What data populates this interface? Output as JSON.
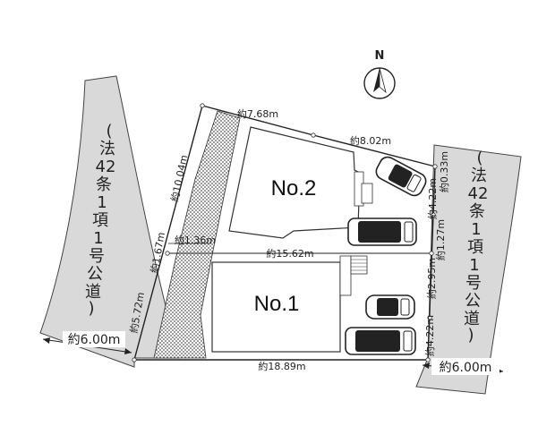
{
  "compass": {
    "north_label": "N"
  },
  "left_road": {
    "chars": [
      "(",
      "法",
      "42",
      "条",
      "1",
      "項",
      "1",
      "号",
      "公",
      "道",
      ")"
    ],
    "width": "約6.00m"
  },
  "right_road": {
    "chars": [
      "(",
      "法",
      "42",
      "条",
      "1",
      "項",
      "1",
      "号",
      "公",
      "道",
      ")"
    ],
    "width": "約6.00m"
  },
  "lots": {
    "no1": "No.1",
    "no2": "No.2"
  },
  "dimensions": {
    "top_north": "約7.68m",
    "top_east": "約8.02m",
    "left_upper": "約10.04m",
    "left_mid": "約1.67m",
    "left_lower": "約5.72m",
    "passage": "約1.36m",
    "middle_line": "約15.62m",
    "bottom": "約18.89m",
    "right_top": "約0.33m",
    "right_upper": "約4.22m",
    "right_mid": "約1.27m",
    "right_mid2": "約2.95m",
    "right_lower": "約4.22m"
  }
}
